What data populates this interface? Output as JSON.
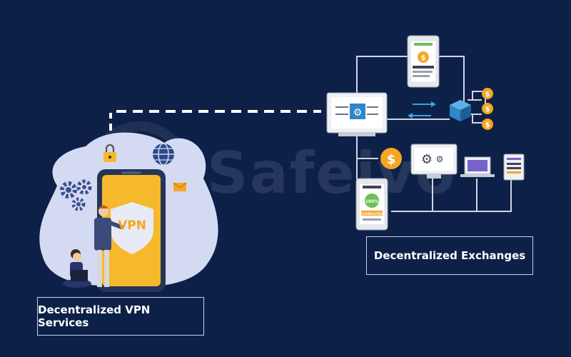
{
  "labels": {
    "vpn": "Decentralized VPN Services",
    "dex": "Decentralized Exchanges"
  },
  "watermark": "Safeivo",
  "phone_text": "VPN",
  "screen_badges": {
    "percent": "100%",
    "completed": "COMPLETED"
  },
  "icons": [
    "gear-icon",
    "globe-icon",
    "lock-icon",
    "mail-icon",
    "dollar-icon",
    "shield-icon",
    "cube-icon"
  ],
  "colors": {
    "background": "#0d2148",
    "phone_yellow": "#f6b92b",
    "blob": "#d5daf3",
    "screen_gray": "#cfd3da",
    "accent_orange": "#f5a623",
    "cube_blue": "#2f86c9",
    "connector": "#ffffff"
  }
}
